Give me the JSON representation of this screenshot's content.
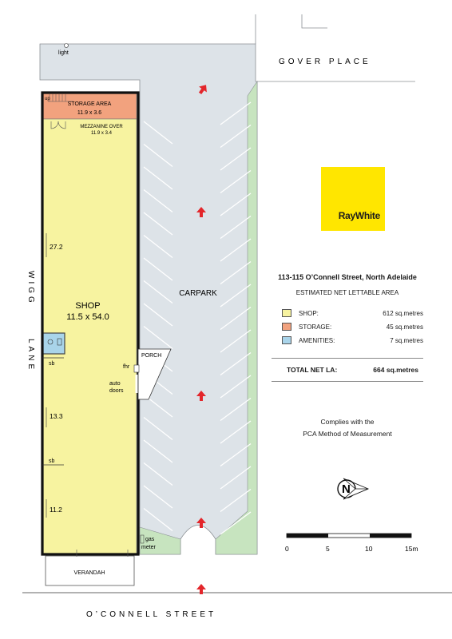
{
  "streets": {
    "gover": "GOVER PLACE",
    "oconnell": "O’CONNELL STREET",
    "wigg_top": "WIGG",
    "wigg_bottom": "LANE"
  },
  "plan_labels": {
    "light": "light",
    "up": "up",
    "storage_area": "STORAGE AREA",
    "storage_dims": "11.9 x 3.6",
    "mezzanine": "MEZZANINE OVER",
    "mezzanine_dims": "11.9 x 3.4",
    "shop": "SHOP",
    "shop_dims": "11.5 x 54.0",
    "dim_1": "27.2",
    "dim_2": "13.3",
    "dim_3": "11.2",
    "sb_1": "sb",
    "sb_2": "sb",
    "fhr": "fhr",
    "auto": "auto",
    "doors": "doors",
    "porch": "PORCH",
    "carpark": "CARPARK",
    "gas": "gas",
    "meter": "meter",
    "verandah": "VERANDAH",
    "north": "N"
  },
  "brand": {
    "name": "RayWhite",
    "tm": ".",
    "color": "#ffe600"
  },
  "summary": {
    "address": "113-115 O’Connell Street, North Adelaide",
    "subtitle": "ESTIMATED NET LETTABLE AREA",
    "legend": [
      {
        "name": "SHOP:",
        "value": "612 sq.metres",
        "color": "#f7f3a0"
      },
      {
        "name": "STORAGE:",
        "value": "45 sq.metres",
        "color": "#f2a27e"
      },
      {
        "name": "AMENITIES:",
        "value": "7 sq.metres",
        "color": "#a9d4ea"
      }
    ],
    "total_label": "TOTAL NET LA:",
    "total_value": "664 sq.metres",
    "complies_1": "Complies with the",
    "complies_2": "PCA Method of Measurement"
  },
  "scale": {
    "ticks": [
      "0",
      "5",
      "10",
      "15m"
    ]
  },
  "colors": {
    "shop": "#f7f3a0",
    "storage": "#f2a27e",
    "amenities": "#a9d4ea",
    "carpark": "#dde3e8",
    "landscape": "#c7e4bf",
    "arrow": "#e3262b"
  }
}
